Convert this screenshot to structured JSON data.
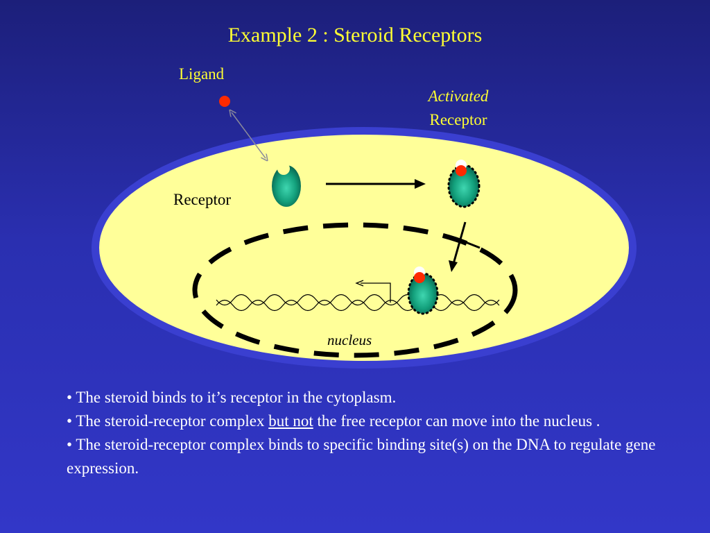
{
  "slide": {
    "title": "Example 2 : Steroid Receptors"
  },
  "diagram": {
    "ligand_label": "Ligand",
    "receptor_label": "Receptor",
    "activated_label_line1": "Activated",
    "activated_label_line2": "Receptor",
    "nucleus_label": "nucleus"
  },
  "colors": {
    "background": "#2a2fb0",
    "title": "#ffff33",
    "cell_fill": "#ffff99",
    "cell_border": "#3a3fd0",
    "receptor": "#0f8a6a",
    "ligand": "#ff2a00",
    "bullet_text": "#ffffff"
  },
  "bullets": [
    {
      "text": "• The steroid binds to it’s receptor in the cytoplasm."
    },
    {
      "before": "• The steroid-receptor complex ",
      "underlined": "but not",
      "after": " the free receptor can move into the nucleus ."
    },
    {
      "text": "• The steroid-receptor complex binds to specific binding site(s) on the DNA to regulate gene expression."
    }
  ]
}
